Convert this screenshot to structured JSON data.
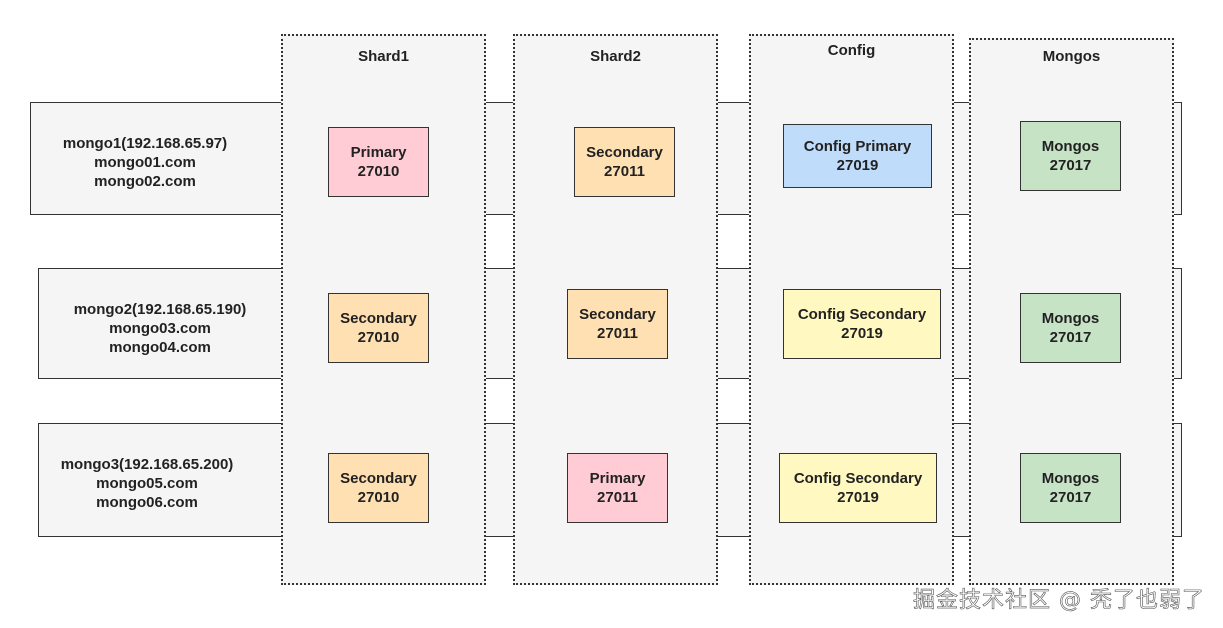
{
  "hosts": [
    {
      "lines": [
        "mongo1(192.168.65.97)",
        "mongo01.com",
        "mongo02.com"
      ]
    },
    {
      "lines": [
        "mongo2(192.168.65.190)",
        "mongo03.com",
        "mongo04.com"
      ]
    },
    {
      "lines": [
        "mongo3(192.168.65.200)",
        "mongo05.com",
        "mongo06.com"
      ]
    }
  ],
  "columns": [
    {
      "title": "Shard1",
      "nodes": [
        {
          "role": "Primary",
          "port": "27010"
        },
        {
          "role": "Secondary",
          "port": "27010"
        },
        {
          "role": "Secondary",
          "port": "27010"
        }
      ]
    },
    {
      "title": "Shard2",
      "nodes": [
        {
          "role": "Secondary",
          "port": "27011"
        },
        {
          "role": "Secondary",
          "port": "27011"
        },
        {
          "role": "Primary",
          "port": "27011"
        }
      ]
    },
    {
      "title": "Config",
      "nodes": [
        {
          "role": "Config Primary",
          "port": "27019"
        },
        {
          "role": "Config Secondary",
          "port": "27019"
        },
        {
          "role": "Config Secondary",
          "port": "27019"
        }
      ]
    },
    {
      "title": "Mongos",
      "nodes": [
        {
          "role": "Mongos",
          "port": "27017"
        },
        {
          "role": "Mongos",
          "port": "27017"
        },
        {
          "role": "Mongos",
          "port": "27017"
        }
      ]
    }
  ],
  "colors": {
    "primary": "#ffccd5",
    "secondary": "#ffe0b3",
    "config_primary": "#bfdcfb",
    "config_secondary": "#fff8c0",
    "mongos": "#c6e3c6"
  },
  "watermark": "掘金技术社区 @ 秃了也弱了"
}
